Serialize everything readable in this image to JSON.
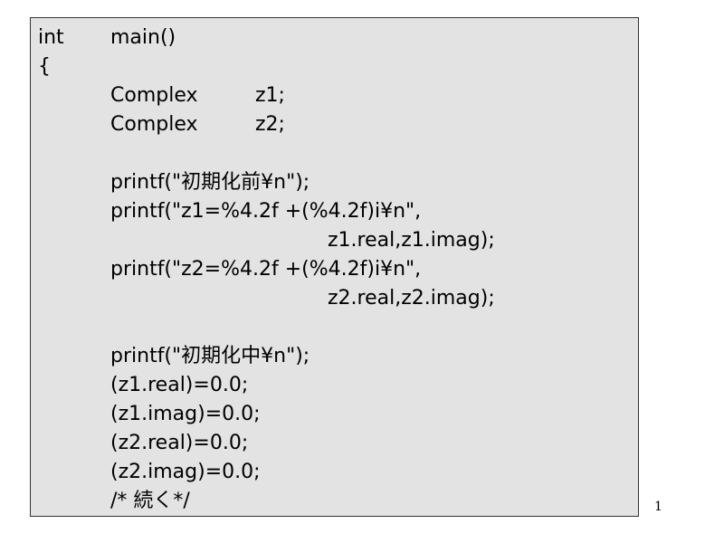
{
  "code": {
    "keyword_int": "int",
    "func_name": "main()",
    "brace_open": "{",
    "decl1_type": "Complex",
    "decl1_var": "z1;",
    "decl2_type": "Complex",
    "decl2_var": "z2;",
    "printf_before": "printf(\"初期化前¥n\");",
    "printf_z1": "printf(\"z1=%4.2f +(%4.2f)i¥n\",",
    "printf_z1_args": "z1.real,z1.imag);",
    "printf_z2": "printf(\"z2=%4.2f +(%4.2f)i¥n\",",
    "printf_z2_args": "z2.real,z2.imag);",
    "printf_during": "printf(\"初期化中¥n\");",
    "assign_z1_real": "(z1.real)=0.0;",
    "assign_z1_imag": "(z1.imag)=0.0;",
    "assign_z2_real": "(z2.real)=0.0;",
    "assign_z2_imag": "(z2.imag)=0.0;",
    "comment_continue": "/* 続く*/"
  },
  "page_number": "1"
}
